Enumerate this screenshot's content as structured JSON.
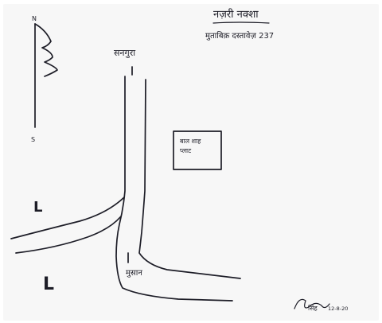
{
  "map": {
    "title": "नज़री नक्शा",
    "subtitle": "मुताबिक़ दस्तावेज़ 237",
    "compass": {
      "north": "N",
      "south": "S"
    },
    "road_label_top": "सनगुरा",
    "road_label_bottom": "मुसान",
    "building_label_line1": "बाल शाह",
    "building_label_line2": "प्लाट",
    "land_marker_1": "L",
    "land_marker_2": "L",
    "signature": "सिंह",
    "signature_date": "12-8-20"
  }
}
